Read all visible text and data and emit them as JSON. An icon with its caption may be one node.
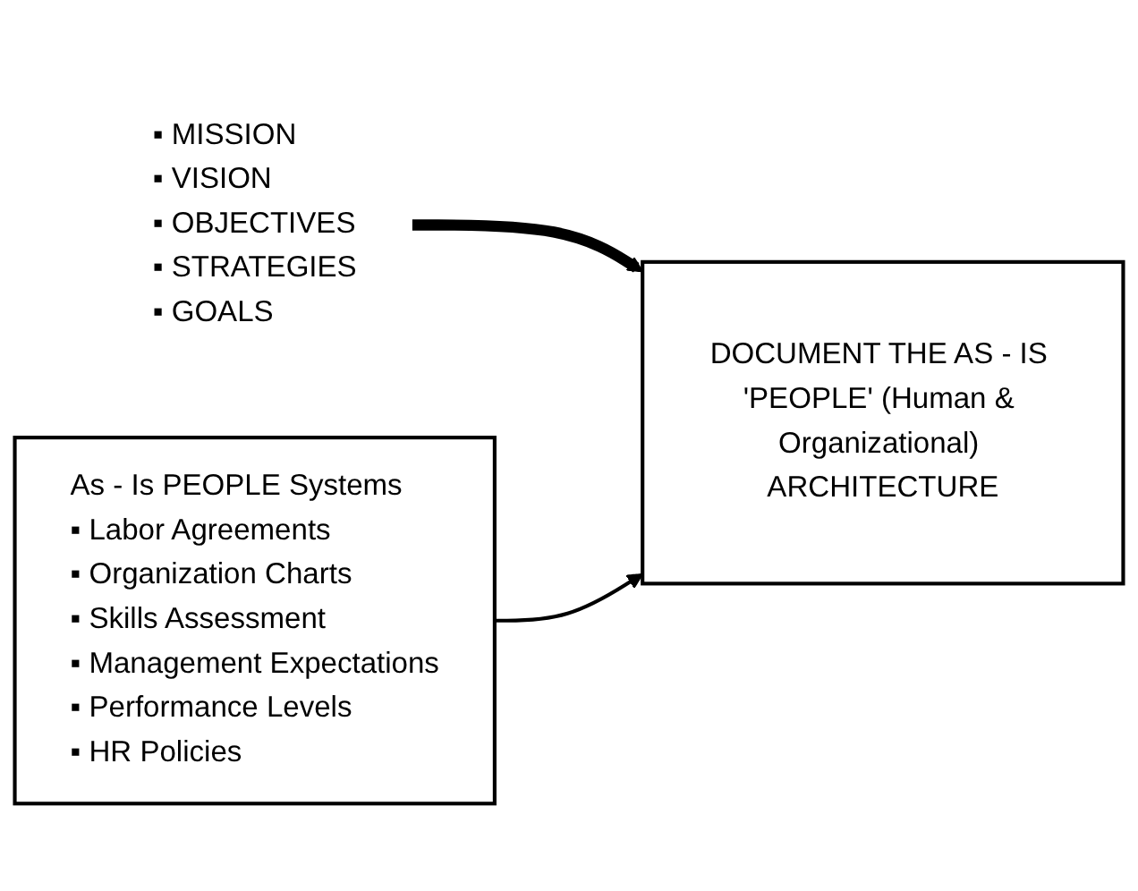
{
  "diagram": {
    "nodes": [
      {
        "text": [
          "▪ MISSION",
          "▪ VISION",
          "▪ OBJECTIVES",
          "▪ STRATEGIES",
          "▪ GOALS"
        ]
      },
      {
        "text": [
          "As - Is PEOPLE Systems",
          "▪ Labor Agreements",
          "▪ Organization Charts",
          "▪ Skills Assessment",
          "▪ Management Expectations",
          "▪ Performance Levels",
          "▪ HR Policies"
        ]
      },
      {
        "text": [
          "DOCUMENT THE AS - IS 'PEOPLE' (Human & Organizational) ARCHITECTURE"
        ]
      }
    ],
    "edges": [
      {
        "from": 0,
        "to": 2,
        "arrow": "to",
        "style": "thick"
      },
      {
        "from": 1,
        "to": 2,
        "arrow": "to"
      }
    ]
  }
}
